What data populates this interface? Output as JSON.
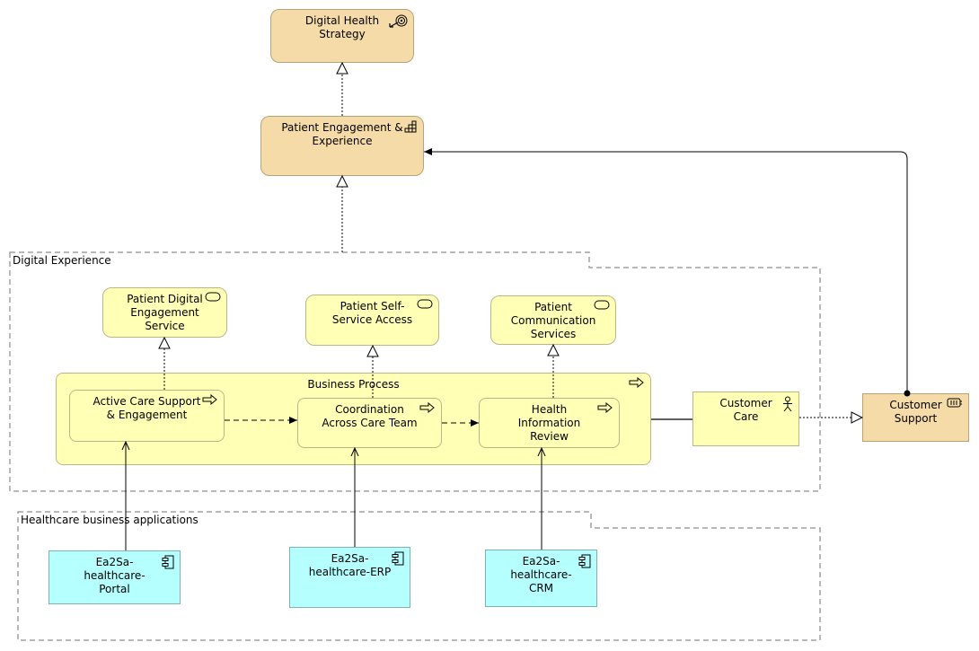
{
  "nodes": {
    "digital_health_strategy": "Digital Health Strategy",
    "patient_engagement_experience": "Patient Engagement & Experience",
    "patient_digital_engagement_service": "Patient Digital Engagement Service",
    "patient_self_service_access": "Patient Self-Service Access",
    "patient_communication_services": "Patient Communication Services",
    "business_process": "Business Process",
    "active_care_support": "Active Care Support & Engagement",
    "coordination_across_care_team": "Coordination Across Care Team",
    "health_information_review": "Health Information Review",
    "customer_care": "Customer Care",
    "customer_support": "Customer Support",
    "portal": "Ea2Sa-healthcare-Portal",
    "erp": "Ea2Sa-healthcare-ERP",
    "crm": "Ea2Sa-healthcare-CRM"
  },
  "groups": {
    "digital_experience": "Digital Experience",
    "healthcare_business_applications": "Healthcare business applications"
  },
  "colors": {
    "strategy": "#f5dba8",
    "business": "#ffffb5",
    "application": "#b5ffff",
    "group_border": "#a0a0a0"
  },
  "icons": {
    "strategy": "goal-icon",
    "capability": "capability-icon",
    "service": "service-icon",
    "process": "process-arrow-icon",
    "actor": "actor-icon",
    "interface": "interface-icon",
    "component": "component-icon"
  }
}
